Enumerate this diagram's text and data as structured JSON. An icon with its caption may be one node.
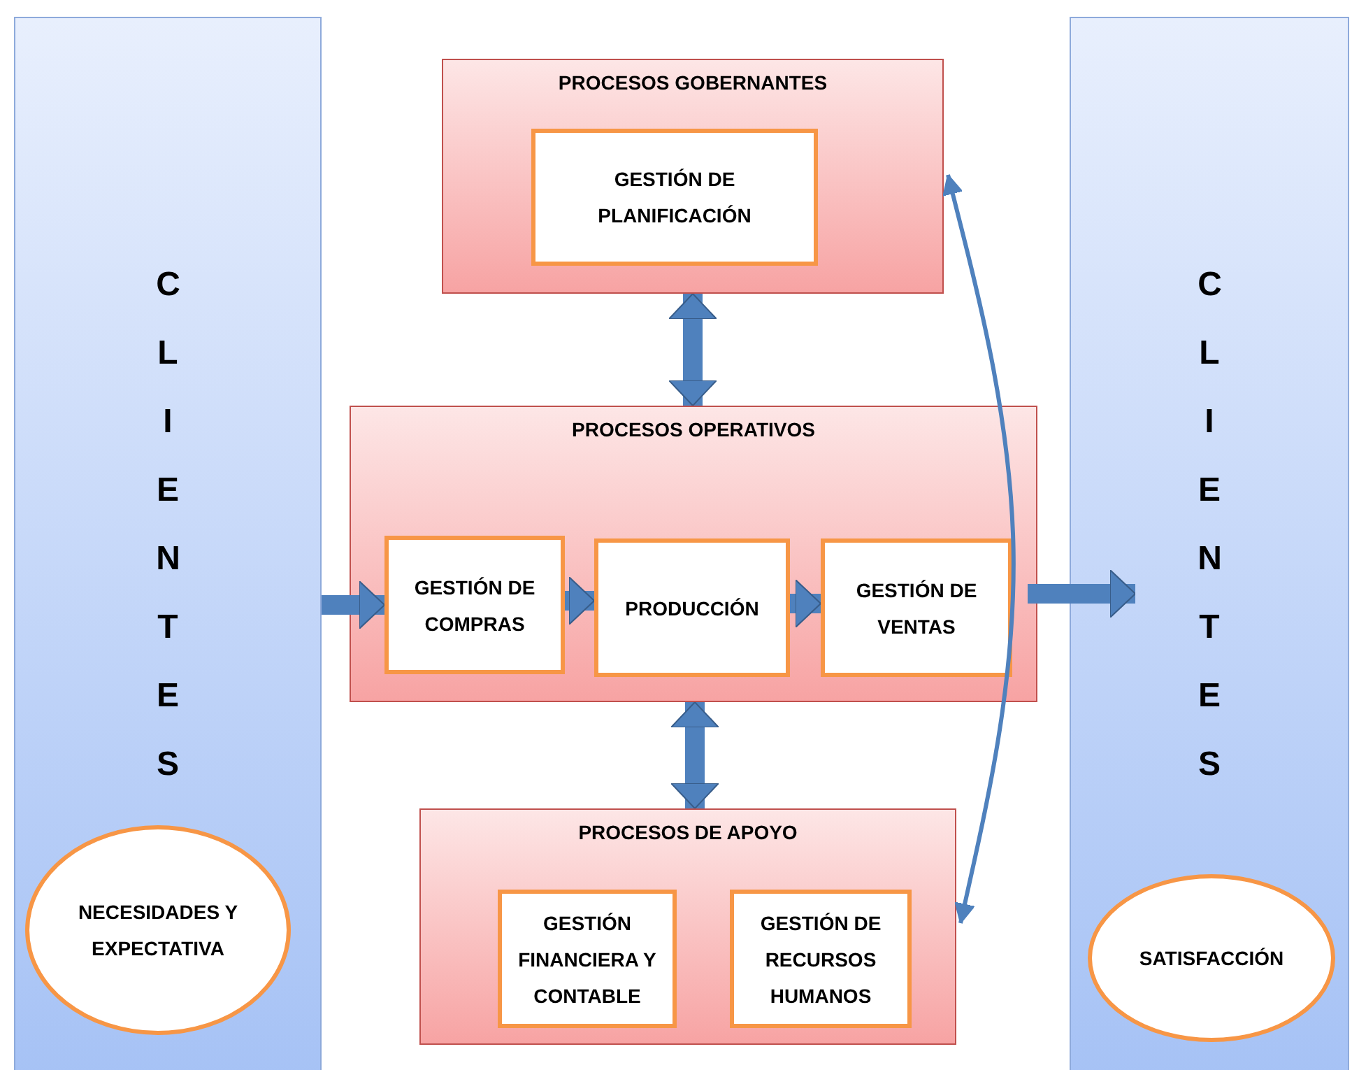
{
  "diagram": {
    "nodes": [
      {
        "text": [
          "CLIENTES"
        ]
      },
      {
        "text": [
          "NECESIDADES Y EXPECTATIVA"
        ],
        "in": 0
      },
      {
        "text": [
          "PROCESOS GOBERNANTES"
        ]
      },
      {
        "text": [
          "GESTIÓN DE PLANIFICACIÓN"
        ],
        "in": 2
      },
      {
        "text": [
          "PROCESOS OPERATIVOS"
        ]
      },
      {
        "text": [
          "GESTIÓN DE COMPRAS"
        ],
        "in": 4
      },
      {
        "text": [
          "PRODUCCIÓN"
        ],
        "in": 4
      },
      {
        "text": [
          "GESTIÓN DE VENTAS"
        ],
        "in": 4
      },
      {
        "text": [
          "PROCESOS DE APOYO"
        ]
      },
      {
        "text": [
          "GESTIÓN FINANCIERA Y CONTABLE"
        ],
        "in": 8
      },
      {
        "text": [
          "GESTIÓN DE RECURSOS HUMANOS"
        ],
        "in": 8
      },
      {
        "text": [
          "CLIENTES"
        ]
      },
      {
        "text": [
          "SATISFACCIÓN"
        ],
        "in": 11
      }
    ],
    "edges": [
      {
        "from": 0,
        "to": 5,
        "arrow": "to"
      },
      {
        "from": 5,
        "to": 6,
        "arrow": "to"
      },
      {
        "from": 6,
        "to": 7,
        "arrow": "to"
      },
      {
        "from": 4,
        "to": 11,
        "arrow": "to"
      },
      {
        "from": 2,
        "to": 4,
        "arrow": "both"
      },
      {
        "from": 4,
        "to": 8,
        "arrow": "both"
      },
      {
        "from": 8,
        "to": 2,
        "arrow": "both"
      }
    ]
  }
}
